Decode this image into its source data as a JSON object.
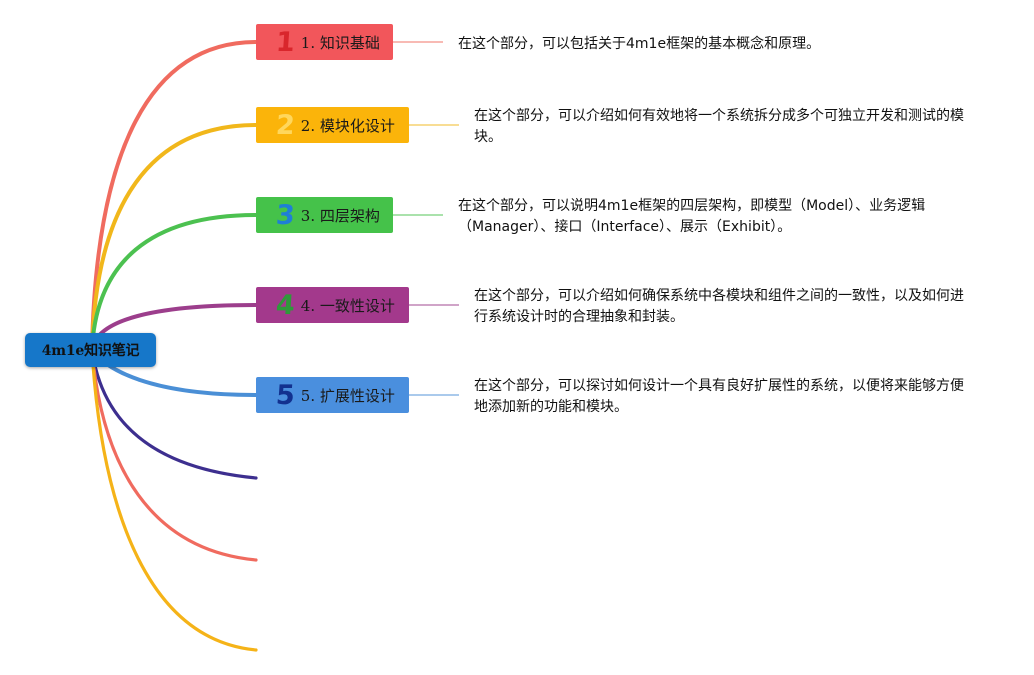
{
  "root": {
    "label": "4m1e知识笔记"
  },
  "branches": [
    {
      "number": "1",
      "label": "1. 知识基础",
      "color": "#f2565b",
      "number_color": "#d9262c",
      "line_color": "#f06b5f",
      "description": "在这个部分，可以包括关于4m1e框架的基本概念和原理。"
    },
    {
      "number": "2",
      "label": "2. 模块化设计",
      "color": "#fbb40a",
      "number_color": "#ffd75c",
      "line_color": "#f1b71b",
      "description": "在这个部分，可以介绍如何有效地将一个系统拆分成多个可独立开发和测试的模块。"
    },
    {
      "number": "3",
      "label": "3. 四层架构",
      "color": "#45c24a",
      "number_color": "#1f7fd6",
      "line_color": "#4cc150",
      "description": "在这个部分，可以说明4m1e框架的四层架构，即模型（Model）、业务逻辑（Manager）、接口（Interface）、展示（Exhibit）。"
    },
    {
      "number": "4",
      "label": "4. 一致性设计",
      "color": "#a3398c",
      "number_color": "#2f9a3a",
      "line_color": "#9c3e8c",
      "description": "在这个部分，可以介绍如何确保系统中各模块和组件之间的一致性，以及如何进行系统设计时的合理抽象和封装。"
    },
    {
      "number": "5",
      "label": "5. 扩展性设计",
      "color": "#4a8fde",
      "number_color": "#12318f",
      "line_color": "#4a8fd6",
      "description": "在这个部分，可以探讨如何设计一个具有良好扩展性的系统，以便将来能够方便地添加新的功能和模块。"
    }
  ],
  "extra_branches": [
    {
      "color": "#3d2f8f"
    },
    {
      "color": "#f06b5f"
    },
    {
      "color": "#f5b318"
    }
  ]
}
